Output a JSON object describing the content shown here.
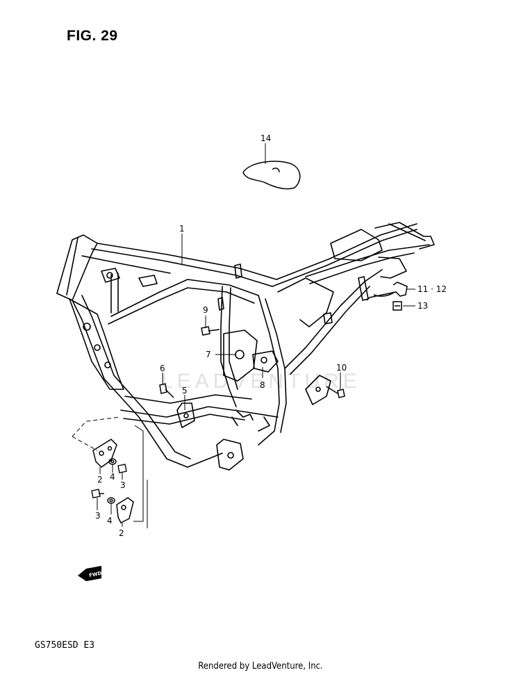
{
  "figure": {
    "title": "FIG. 29"
  },
  "model_code": "GS750ESD  E3",
  "footer": "Rendered by LeadVenture, Inc.",
  "watermark": "LEADVENTURE",
  "fwd_badge": "FWD",
  "callouts": {
    "c1": "1",
    "c2a": "2",
    "c2b": "2",
    "c3a": "3",
    "c3b": "3",
    "c4a": "4",
    "c4b": "4",
    "c5": "5",
    "c6": "6",
    "c7": "7",
    "c8": "8",
    "c9": "9",
    "c10": "10",
    "c11_12": "11 · 12",
    "c13": "13",
    "c14": "14"
  }
}
